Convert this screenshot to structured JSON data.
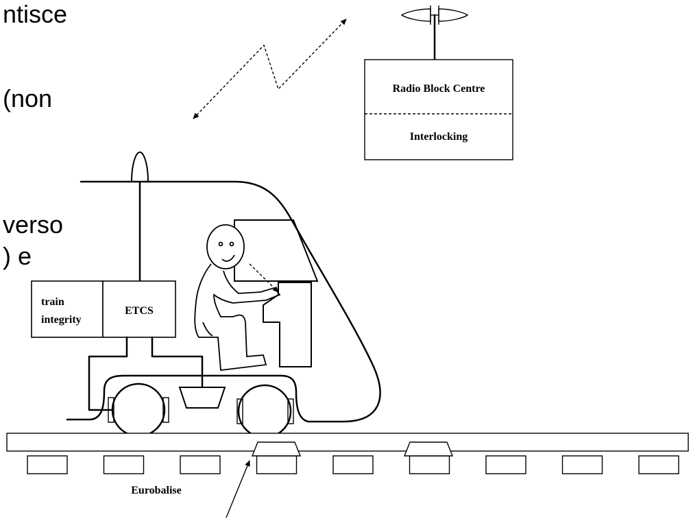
{
  "background_text": [
    "ntisce",
    "(non",
    "verso",
    ") e"
  ],
  "rbc": {
    "top_label": "Radio Block Centre",
    "bottom_label": "Interlocking"
  },
  "onboard": {
    "train_integrity_line1": "train",
    "train_integrity_line2": "integrity",
    "etcs_label": "ETCS"
  },
  "eurobalise_label": "Eurobalise",
  "sleeper_count": 9
}
